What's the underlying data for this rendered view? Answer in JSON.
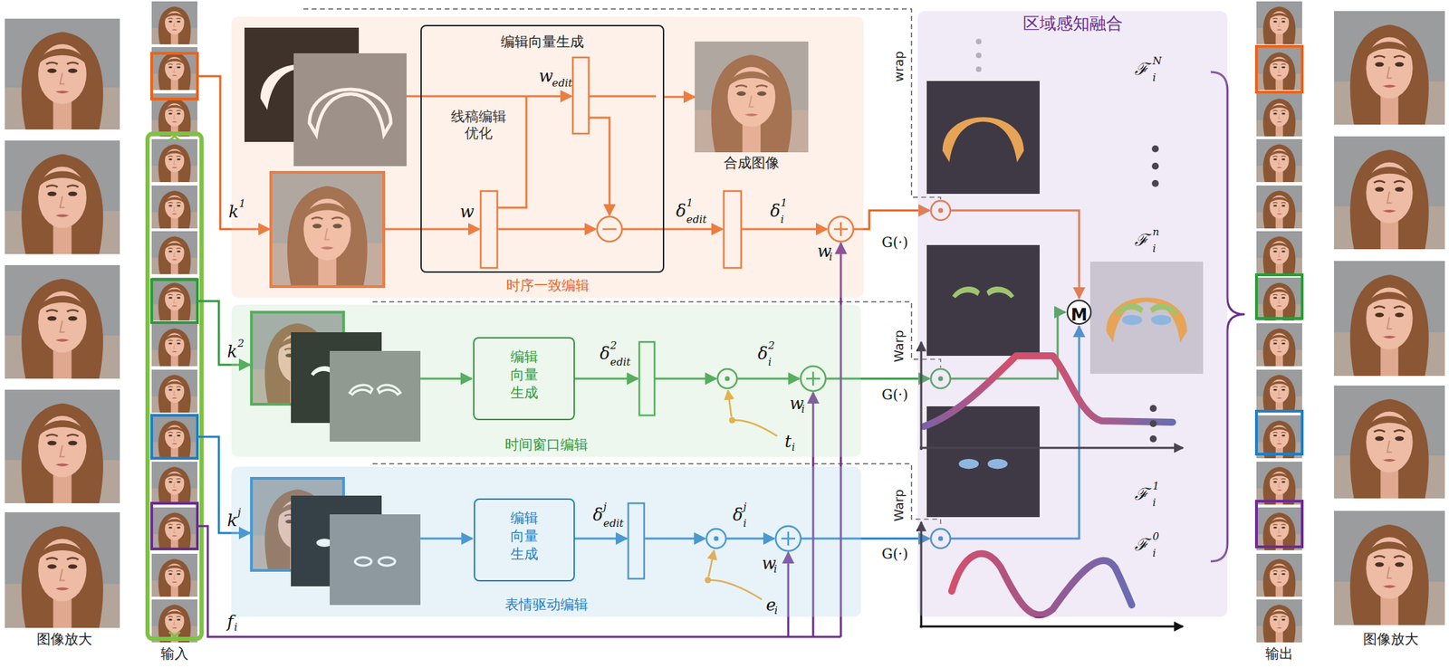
{
  "diagram": {
    "nodes": [
      {
        "text": [
          "输入"
        ]
      },
      {
        "text": [
          "时序一致编辑"
        ]
      },
      {
        "text": [
          "编辑向量生成",
          "线稿编辑优化"
        ],
        "in": 1
      },
      {
        "text": [
          "合成图像"
        ],
        "in": 1
      },
      {
        "text": [
          "时间窗口编辑"
        ]
      },
      {
        "text": [
          "编辑向量生成"
        ],
        "in": 4
      },
      {
        "text": [
          "表情驱动编辑"
        ]
      },
      {
        "text": [
          "编辑向量生成"
        ],
        "in": 6
      },
      {
        "text": [
          "区域感知融合"
        ]
      },
      {
        "text": [
          "M"
        ],
        "in": 8
      },
      {
        "text": [
          "输出"
        ]
      }
    ],
    "edges": [
      {
        "from": 2,
        "to": 3,
        "arrow": "to"
      }
    ],
    "labels": [
      "图像放大",
      "k",
      "1",
      "k",
      "2",
      "k",
      "j",
      "w",
      "edit",
      "w",
      "δ",
      "1",
      "edit",
      "δ",
      "1",
      "i",
      "w",
      "i",
      "G(·)",
      "wrap",
      "δ",
      "2",
      "edit",
      "δ",
      "2",
      "i",
      "w",
      "i",
      "t",
      "i",
      "G(·)",
      "Warp",
      "δ",
      "j",
      "edit",
      "δ",
      "j",
      "i",
      "w",
      "i",
      "e",
      "i",
      "G(·)",
      "Warp",
      "f",
      "i",
      "ℱ",
      "N",
      "i",
      "ℱ",
      "n",
      "i",
      "ℱ",
      "1",
      "i",
      "ℱ",
      "0",
      "i",
      "图像放大"
    ]
  }
}
